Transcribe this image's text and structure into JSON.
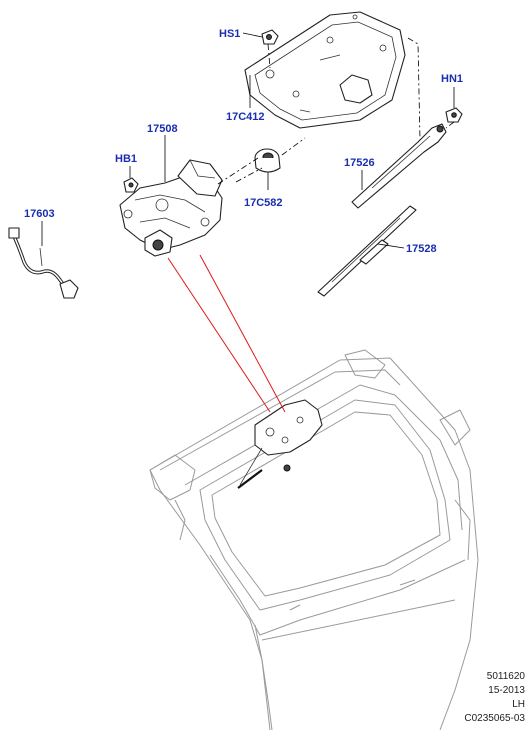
{
  "callouts": {
    "hs1": "HS1",
    "hn1": "HN1",
    "c17508": "17508",
    "hb1": "HB1",
    "c17c412": "17C412",
    "c17526": "17526",
    "c17c582": "17C582",
    "c17603": "17603",
    "c17528": "17528"
  },
  "footer": {
    "line1": "5011620",
    "line2": "15-2013",
    "line3": "LH",
    "line4": "C0235065-03"
  },
  "colors": {
    "callout_text": "#1a2fb0",
    "highlight_lines": "#e01a1a",
    "tailgate_outline": "#9a9a9a"
  }
}
